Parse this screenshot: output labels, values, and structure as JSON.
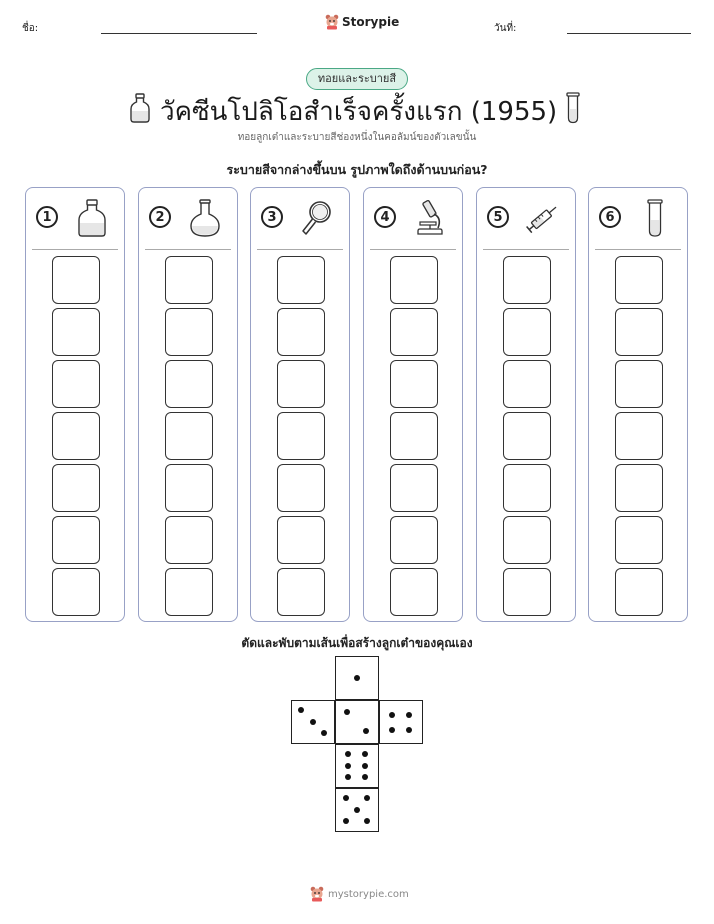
{
  "header": {
    "name_label": "ชื่อ:",
    "date_label": "วันที่:",
    "brand": "Storypie"
  },
  "badge": "ทอยและระบายสี",
  "title": "วัคซีนโปลิโอสำเร็จครั้งแรก (1955)",
  "subtitle": "ทอยลูกเต๋าและระบายสีช่องหนึ่งในคอลัมน์ของตัวเลขนั้น",
  "question": "ระบายสีจากล่างขึ้นบน รูปภาพใดถึงด้านบนก่อน?",
  "columns": [
    {
      "number": "1",
      "icon": "bottle-icon"
    },
    {
      "number": "2",
      "icon": "flask-icon"
    },
    {
      "number": "3",
      "icon": "magnifier-icon"
    },
    {
      "number": "4",
      "icon": "microscope-icon"
    },
    {
      "number": "5",
      "icon": "syringe-icon"
    },
    {
      "number": "6",
      "icon": "test-tube-icon"
    }
  ],
  "rows_per_column": 7,
  "dice_instruction": "ตัดและพับตามเส้นเพื่อสร้างลูกเต๋าของคุณเอง",
  "dice_faces": [
    1,
    3,
    2,
    4,
    6,
    5
  ],
  "footer": {
    "url": "mystorypie.com"
  }
}
